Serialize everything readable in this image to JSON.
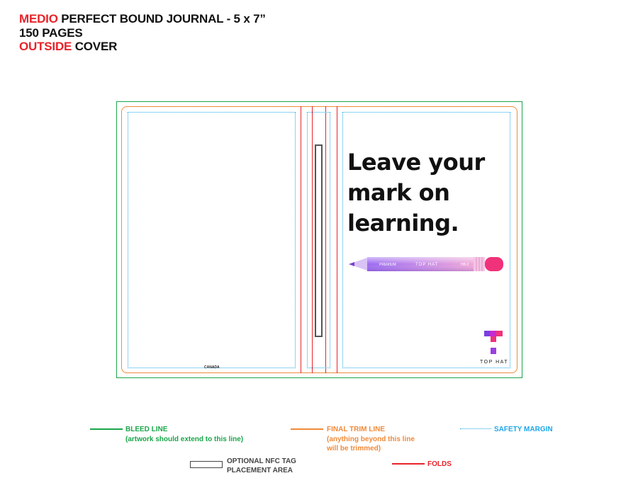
{
  "header": {
    "line1_highlight": "MEDIO",
    "line1_rest": "PERFECT BOUND JOURNAL - 5 x 7”",
    "line2": "150 PAGES",
    "line3_highlight": "OUTSIDE",
    "line3_rest": "COVER"
  },
  "cover": {
    "headline_line1": "Leave your",
    "headline_line2": "mark on",
    "headline_line3": "learning.",
    "pencil_text_1": "PREMIUM",
    "pencil_text_2": "TOP HAT",
    "pencil_text_3": "HB-2",
    "logo_text": "TOP HAT",
    "back_label": "CANADA"
  },
  "legend": {
    "bleed_title": "BLEED LINE",
    "bleed_note": "(artwork should extend to this line)",
    "trim_title": "FINAL TRIM LINE",
    "trim_note_1": "(anything beyond this line",
    "trim_note_2": "will be trimmed)",
    "safety_title": "SAFETY MARGIN",
    "nfc_title_1": "OPTIONAL NFC TAG",
    "nfc_title_2": "PLACEMENT AREA",
    "folds_title": "FOLDS"
  },
  "colors": {
    "bleed": "#1aa64a",
    "trim": "#f08a3a",
    "safety": "#1ea7e8",
    "folds": "#e8232a",
    "accent_red": "#e8232a"
  }
}
